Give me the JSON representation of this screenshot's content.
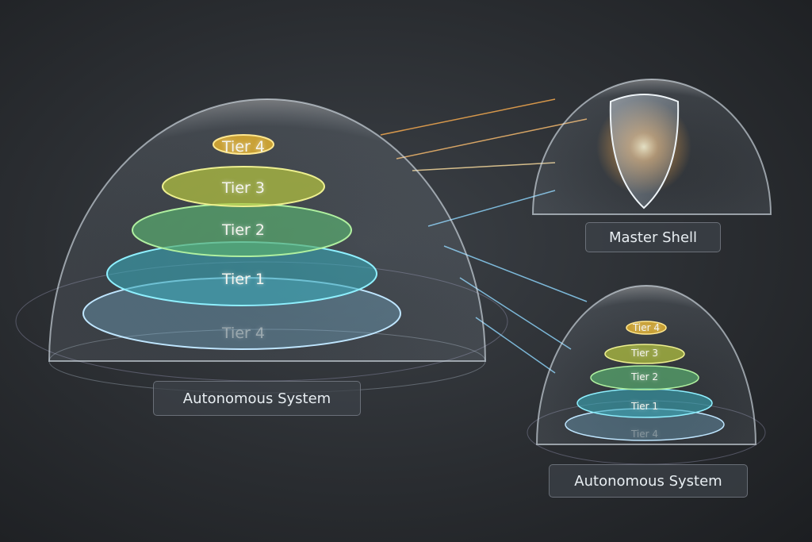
{
  "main_system": {
    "label": "Autonomous System",
    "tiers": [
      "Tier 4",
      "Tier 3",
      "Tier 2",
      "Tier 1",
      "Tier 4"
    ]
  },
  "master": {
    "label": "Master Shell",
    "icon": "shield-icon"
  },
  "secondary_system": {
    "label": "Autonomous System",
    "tiers": [
      "Tier 4",
      "Tier 3",
      "Tier 2",
      "Tier 1",
      "Tier 4"
    ]
  },
  "colors": {
    "tier4": "#e0b030",
    "tier3": "#b8c840",
    "tier2": "#5aae70",
    "tier1": "#3aa8b8",
    "base": "#7ab8d8",
    "glow": "#ffb050"
  }
}
